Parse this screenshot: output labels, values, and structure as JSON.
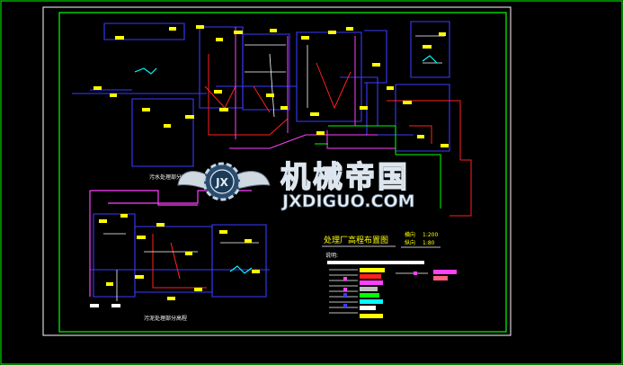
{
  "drawing": {
    "title": "处理厂高程布置图",
    "scale_h_label": "横向",
    "scale_h_value": "1:200",
    "scale_v_label": "纵向",
    "scale_v_value": "1:80",
    "legend_label": "说明:",
    "label_upper": "污水处理部分高程",
    "label_lower": "污泥处理部分高程"
  },
  "watermark": {
    "brand_cn": "机械帝国",
    "brand_en": "JXDIGUO.COM",
    "emblem_letters": "JX"
  },
  "colors": {
    "background": "#000000",
    "frame_outer": "#ffffff",
    "frame_inner": "#00ff00",
    "pipe_blue": "#3a3aff",
    "pipe_red": "#ff2020",
    "pipe_magenta": "#ff40ff",
    "pipe_green": "#00ff00",
    "pipe_cyan": "#00ffff",
    "label_yellow": "#ffff00",
    "label_white": "#ffffff"
  }
}
